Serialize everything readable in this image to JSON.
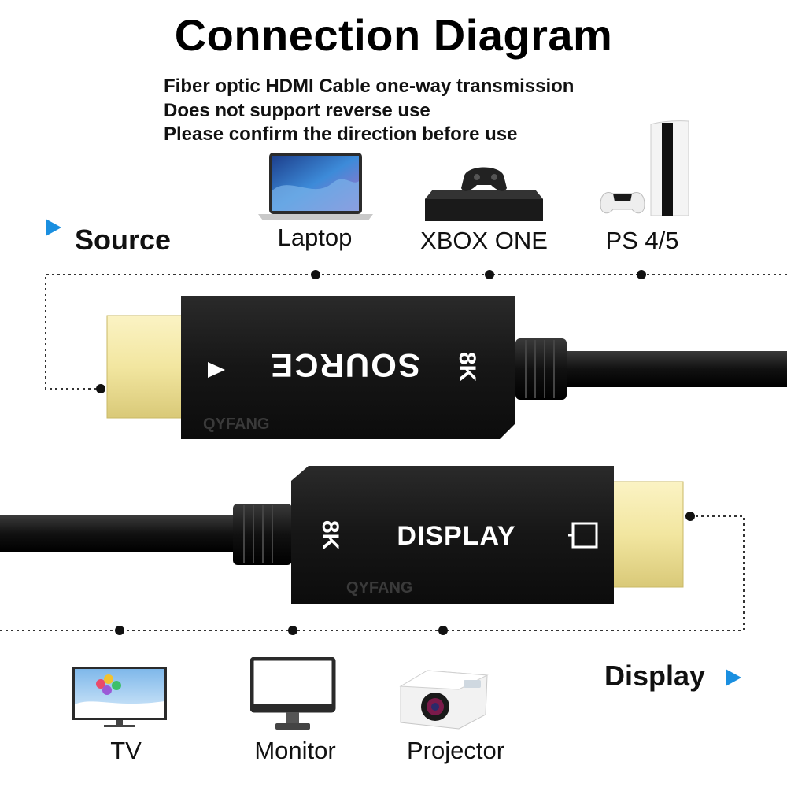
{
  "title": "Connection Diagram",
  "notes": [
    "Fiber optic HDMI Cable one-way transmission",
    "Does not support reverse use",
    "Please confirm the direction before use"
  ],
  "source": {
    "label": "Source",
    "devices": [
      {
        "name": "Laptop",
        "icon": "laptop-icon"
      },
      {
        "name": "XBOX ONE",
        "icon": "xbox-console-icon"
      },
      {
        "name": "PS 4/5",
        "icon": "playstation-console-icon"
      }
    ],
    "connector_label": "SOURCE",
    "resolution_label": "8K",
    "brand_watermark": "QYFANG"
  },
  "display": {
    "label": "Display",
    "devices": [
      {
        "name": "TV",
        "icon": "tv-icon"
      },
      {
        "name": "Monitor",
        "icon": "monitor-icon"
      },
      {
        "name": "Projector",
        "icon": "projector-icon"
      }
    ],
    "connector_label": "DISPLAY",
    "resolution_label": "8K",
    "brand_watermark": "QYFANG"
  },
  "colors": {
    "accent_arrow": "#1a8fe0",
    "connector_gold": "#f4eaa6",
    "connector_body": "#1b1b1b"
  }
}
